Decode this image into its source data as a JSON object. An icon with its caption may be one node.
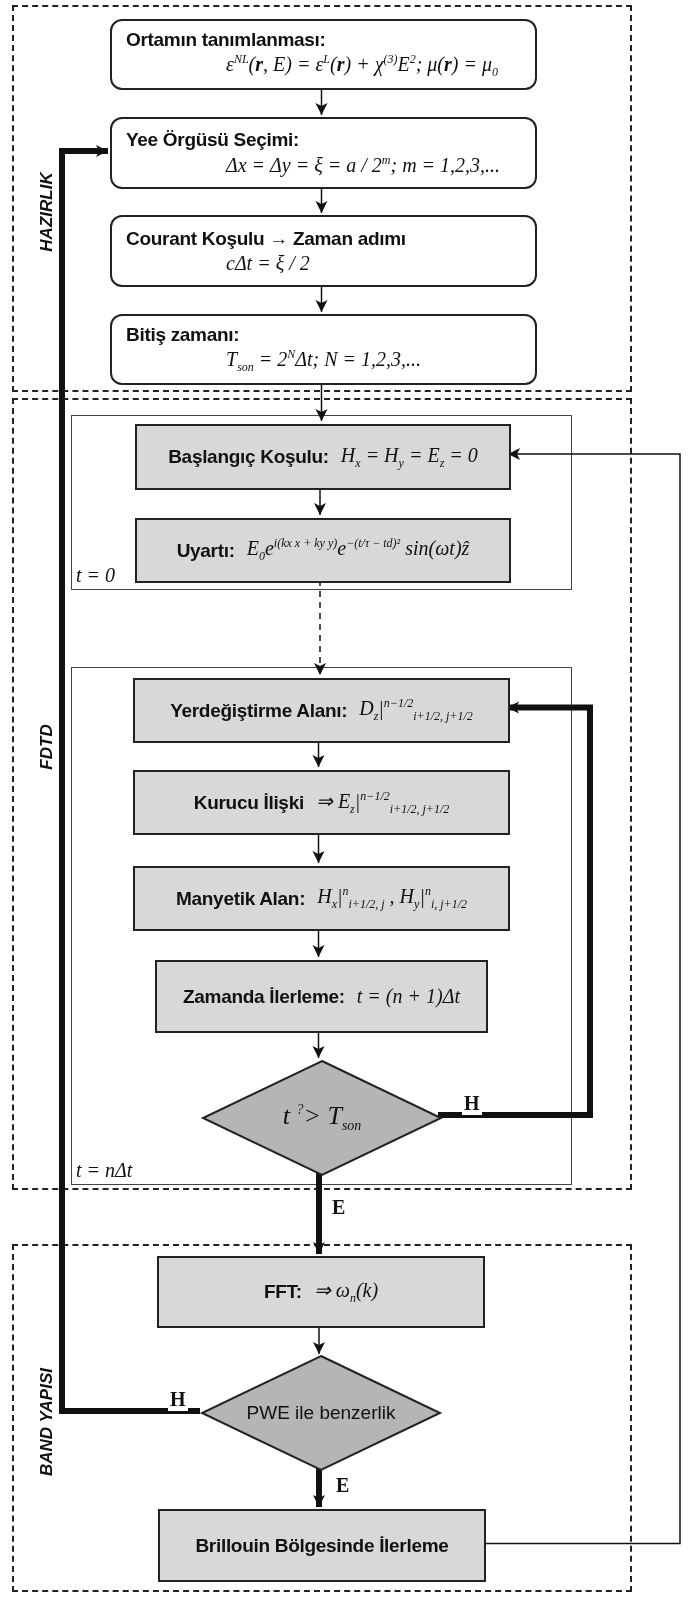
{
  "diagram": {
    "nodes": [
      {
        "text": [
          "HAZIRLIK"
        ]
      },
      {
        "text": [
          "Ortamın tanımlanması:",
          "ε$^{NL}$(**r**, E) = ε$^{L}$(**r**) + χ$^{(3)}$E$^{2}$; μ(**r**) = μ$_{0}$"
        ],
        "in": 0
      },
      {
        "text": [
          "Yee Örgüsü Seçimi:",
          "Δx = Δy = ξ = a / 2$^{m}$;   m = 1,2,3,..."
        ],
        "in": 0
      },
      {
        "text": [
          "Courant Koşulu → Zaman adımı",
          "cΔt = ξ / 2"
        ],
        "in": 0
      },
      {
        "text": [
          "Bitiş zamanı:",
          "T$_{son}$ = 2$^{N}$Δt;   N = 1,2,3,..."
        ],
        "in": 0
      },
      {
        "text": [
          "FDTD"
        ]
      },
      {
        "text": [
          "t = 0"
        ],
        "in": 5
      },
      {
        "text": [
          "Başlangıç Koşulu:",
          "H$_{x}$ = H$_{y}$ = E$_{z}$ = 0"
        ],
        "in": 6
      },
      {
        "text": [
          "Uyartı:",
          "E$_{0}$e$^{i(kx x + ky y)}$e$^{−(t/τ − td)²}$ sin(ωt)ẑ"
        ],
        "in": 6
      },
      {
        "text": [
          "t = nΔt"
        ],
        "in": 5
      },
      {
        "text": [
          "Yerdeğiştirme Alanı:",
          "D$_{z}$|$^{n−1/2}$$_{i+1/2, j+1/2}$"
        ],
        "in": 9
      },
      {
        "text": [
          "Kurucu İlişki",
          "⇒ E$_{z}$|$^{n−1/2}$$_{i+1/2, j+1/2}$"
        ],
        "in": 9
      },
      {
        "text": [
          "Manyetik Alan:",
          "H$_{x}$|$^{n}$$_{i+1/2, j}$ ,  H$_{y}$|$^{n}$$_{i, j+1/2}$"
        ],
        "in": 9
      },
      {
        "text": [
          "Zamanda İlerleme:",
          "t = (n + 1)Δt"
        ],
        "in": 9
      },
      {
        "text": [
          "t $^{?}$> T$_{son}$"
        ],
        "in": 9
      },
      {
        "text": [
          "BAND YAPISI"
        ]
      },
      {
        "text": [
          "FFT:",
          "⇒ ω$_{n}$(k)"
        ],
        "in": 15
      },
      {
        "text": [
          "PWE ile benzerlik"
        ],
        "in": 15
      },
      {
        "text": [
          "Brillouin Bölgesinde İlerleme"
        ],
        "in": 15
      }
    ],
    "edges": [
      {
        "from": 1,
        "to": 2,
        "arrow": "to"
      },
      {
        "from": 2,
        "to": 3,
        "arrow": "to"
      },
      {
        "from": 3,
        "to": 4,
        "arrow": "to"
      },
      {
        "from": 4,
        "to": 7,
        "arrow": "to"
      },
      {
        "from": 7,
        "to": 8,
        "arrow": "to"
      },
      {
        "from": 8,
        "to": 10,
        "arrow": "to",
        "style": "dashed"
      },
      {
        "from": 10,
        "to": 11,
        "arrow": "to"
      },
      {
        "from": 11,
        "to": 12,
        "arrow": "to"
      },
      {
        "from": 12,
        "to": 13,
        "arrow": "to"
      },
      {
        "from": 13,
        "to": 14,
        "arrow": "to"
      },
      {
        "from": 14,
        "to": 10,
        "arrow": "to",
        "label": "H",
        "style": "thick"
      },
      {
        "from": 14,
        "to": 16,
        "arrow": "to",
        "label": "E",
        "style": "thick"
      },
      {
        "from": 16,
        "to": 17,
        "arrow": "to"
      },
      {
        "from": 17,
        "to": 2,
        "arrow": "to",
        "label": "H",
        "style": "thick"
      },
      {
        "from": 17,
        "to": 18,
        "arrow": "to",
        "label": "E",
        "style": "thick"
      },
      {
        "from": 18,
        "to": 7,
        "arrow": "to"
      }
    ]
  }
}
